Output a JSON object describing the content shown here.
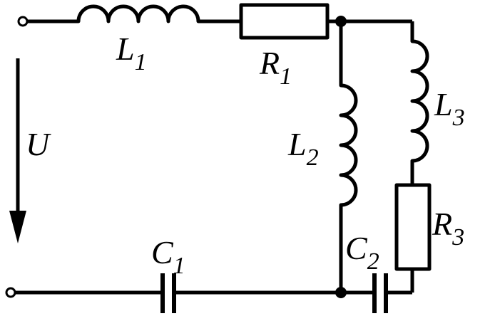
{
  "components": {
    "L1": {
      "letter": "L",
      "sub": "1"
    },
    "R1": {
      "letter": "R",
      "sub": "1"
    },
    "L2": {
      "letter": "L",
      "sub": "2"
    },
    "L3": {
      "letter": "L",
      "sub": "3"
    },
    "R3": {
      "letter": "R",
      "sub": "3"
    },
    "C1": {
      "letter": "C",
      "sub": "1"
    },
    "C2": {
      "letter": "C",
      "sub": "2"
    }
  },
  "voltage": {
    "letter": "U"
  },
  "colors": {
    "stroke": "#000000",
    "background": "#ffffff"
  }
}
